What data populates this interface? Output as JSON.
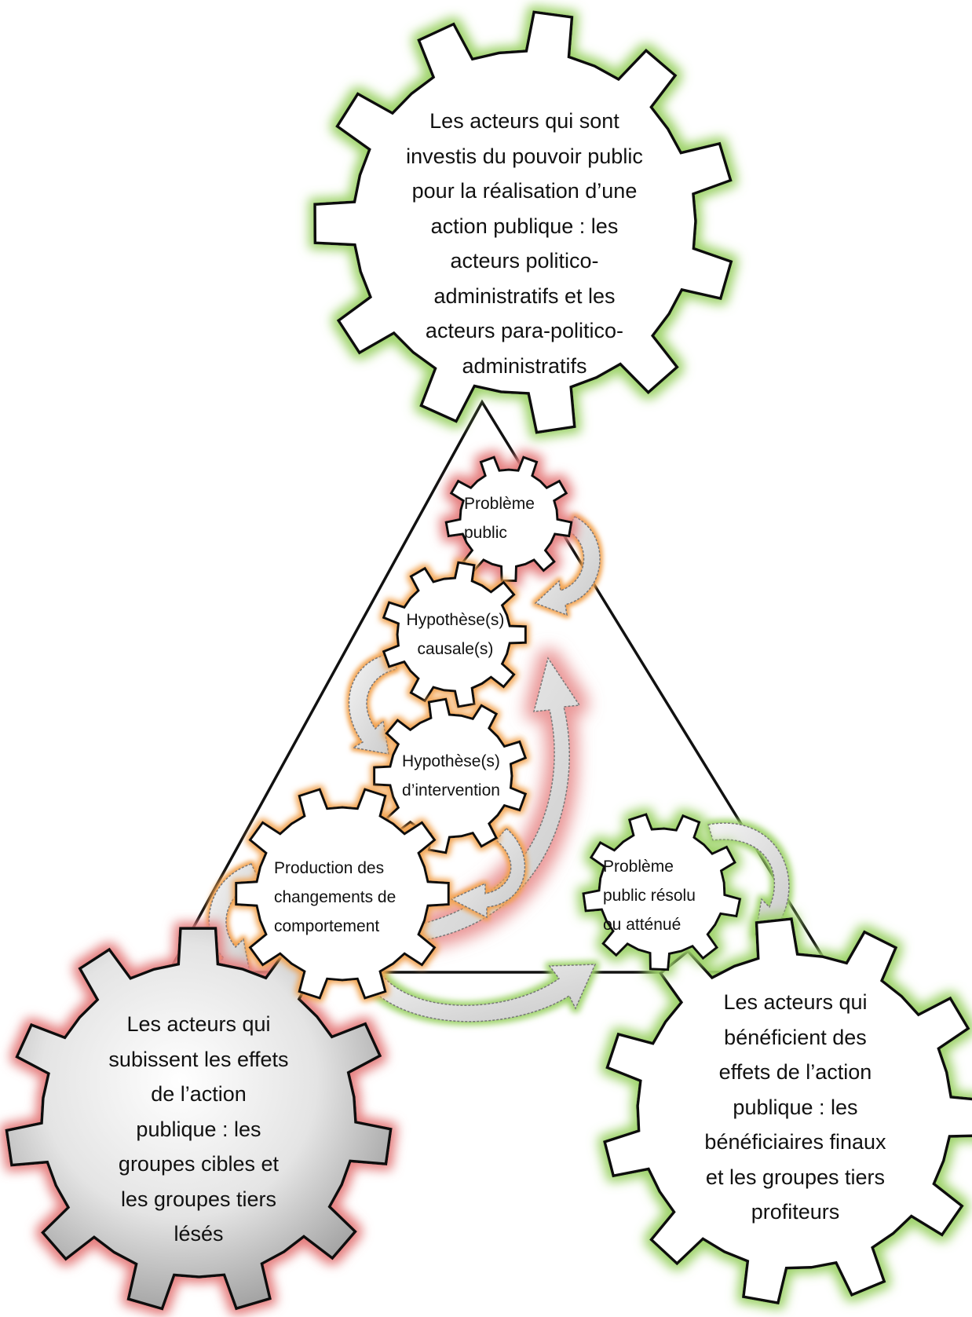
{
  "diagram": {
    "actors": {
      "top": "Les acteurs qui sont\ninvestis du pouvoir public\npour la réalisation d’une\naction publique : les\nacteurs politico-\nadministratifs et les\nacteurs para-politico-\nadministratifs",
      "bottom_left": "Les acteurs qui\nsubissent les effets\nde l’action\npublique : les\ngroupes cibles et\nles groupes tiers\nlésés",
      "bottom_right": "Les acteurs qui\nbénéficient des\neffets de l’action\npublique : les\nbénéficiaires finaux\net les groupes tiers\nprofiteurs"
    },
    "steps": {
      "probleme_public": "Problème\npublic",
      "hypotheses_causales": "Hypothèse(s)\ncausale(s)",
      "hypotheses_intervention": "Hypothèse(s)\nd’intervention",
      "production_changements": "Production des\nchangements de\ncomportement",
      "probleme_resolu": "Problème\npublic résolu\nou atténué"
    },
    "colors": {
      "green_glow": "#9ed36a",
      "red_glow": "#e57e7e",
      "orange_glow": "#f2a24e",
      "gear_stroke": "#111111",
      "arrow_fill": "#d8d8d8"
    }
  }
}
